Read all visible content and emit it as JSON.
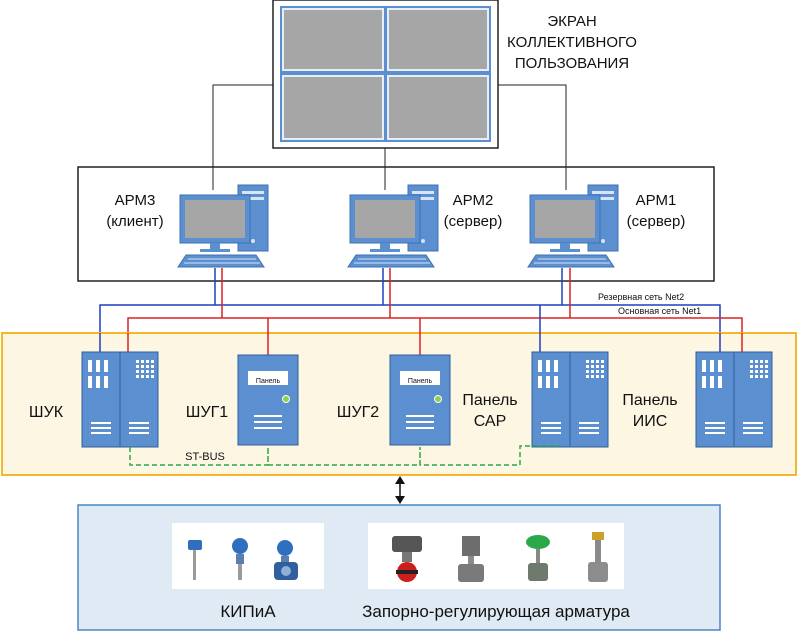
{
  "screen": {
    "lines": [
      "ЭКРАН",
      "КОЛЛЕКТИВНОГО",
      "ПОЛЬЗОВАНИЯ"
    ]
  },
  "workstations": [
    {
      "name": "АРМ3",
      "role": "(клиент)"
    },
    {
      "name": "АРМ2",
      "role": "(сервер)"
    },
    {
      "name": "АРМ1",
      "role": "(сервер)"
    }
  ],
  "networks": {
    "reserve": "Резервная сеть Net2",
    "main": "Основная сеть Net1",
    "fieldbus": "ST-BUS"
  },
  "cabinets": {
    "shuk": "ШУК",
    "shug1": "ШУГ1",
    "shug2": "ШУГ2",
    "panel_small": "Панель",
    "sar": [
      "Панель",
      "САР"
    ],
    "iis": [
      "Панель",
      "ИИС"
    ]
  },
  "field": {
    "kipia": "КИПиА",
    "valves": "Запорно-регулирующая арматура"
  },
  "colors": {
    "net_blue": "#1f3fbf",
    "net_red": "#e02020",
    "bus_green": "#2aa84a",
    "cabinet_fill": "#5b8fcf",
    "yellow_border": "#f2b82a",
    "yellow_fill": "#fdf6e3",
    "field_fill": "#dfeaf4",
    "field_border": "#4a86c5"
  }
}
